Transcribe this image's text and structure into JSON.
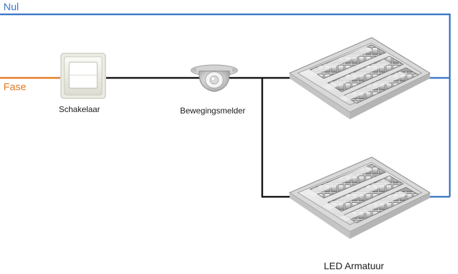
{
  "labels": {
    "neutral": "Nul",
    "phase": "Fase",
    "switch": "Schakelaar",
    "motion_sensor": "Bewegingsmelder",
    "fixture": "LED Armatuur"
  },
  "colors": {
    "neutral_wire": "#3a78c8",
    "phase_wire": "#e07a22",
    "switched_wire": "#111111"
  },
  "icons": {
    "switch": "light-switch-icon",
    "motion_sensor": "motion-sensor-icon",
    "fixture": "louvre-light-fixture-icon"
  }
}
